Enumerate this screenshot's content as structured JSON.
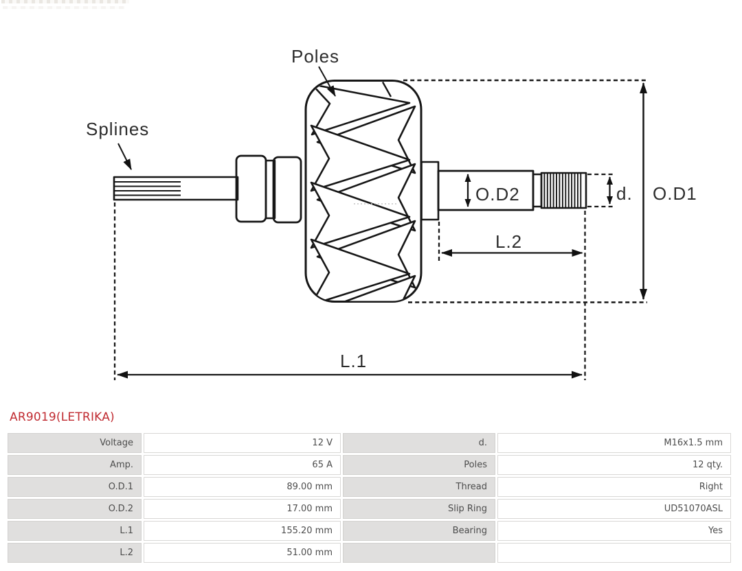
{
  "header": {
    "part_number": "AR9019(LETRIKA)"
  },
  "diagram": {
    "description": "rotor-technical-drawing",
    "labels": {
      "poles": "Poles",
      "splines": "Splines",
      "od2": "O.D2",
      "d": "d.",
      "od1": "O.D1",
      "l2": "L.2",
      "l1": "L.1"
    }
  },
  "colors": {
    "accent_red": "#c02b31",
    "diagram_line": "#161616",
    "table_label_bg": "#e0dfde",
    "table_text": "#4c4c4c"
  },
  "spec_table": {
    "rows": [
      {
        "l_label": "Voltage",
        "l_value": "12 V",
        "r_label": "d.",
        "r_value": "M16x1.5 mm"
      },
      {
        "l_label": "Amp.",
        "l_value": "65 A",
        "r_label": "Poles",
        "r_value": "12 qty."
      },
      {
        "l_label": "O.D.1",
        "l_value": "89.00 mm",
        "r_label": "Thread",
        "r_value": "Right"
      },
      {
        "l_label": "O.D.2",
        "l_value": "17.00 mm",
        "r_label": "Slip Ring",
        "r_value": "UD51070ASL"
      },
      {
        "l_label": "L.1",
        "l_value": "155.20 mm",
        "r_label": "Bearing",
        "r_value": "Yes"
      },
      {
        "l_label": "L.2",
        "l_value": "51.00 mm",
        "r_label": "",
        "r_value": ""
      }
    ]
  }
}
